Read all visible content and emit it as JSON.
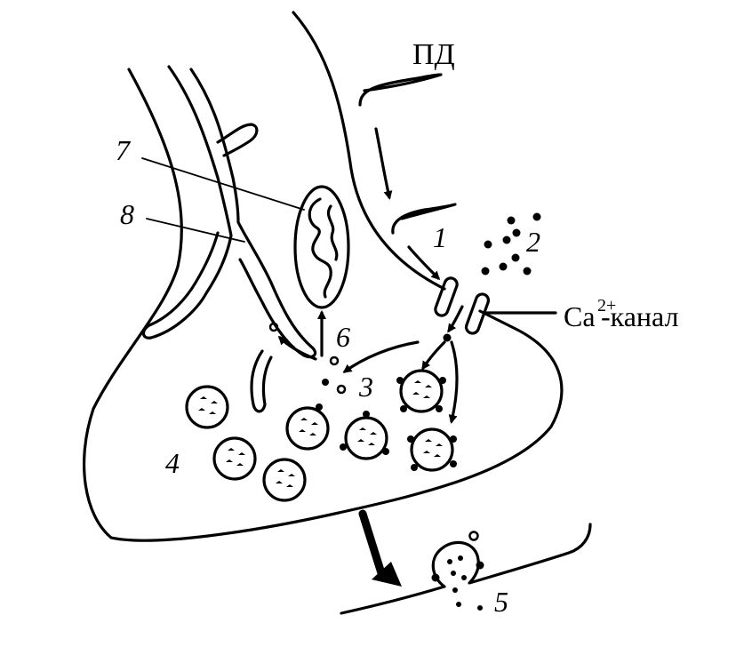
{
  "labels": {
    "action_potential": "ПД",
    "n1": "1",
    "n2": "2",
    "n3": "3",
    "n4": "4",
    "n5": "5",
    "n6": "6",
    "n7": "7",
    "n8": "8",
    "ca_base": "Ca",
    "ca_sup": "2+",
    "ca_channel": "-канал"
  }
}
